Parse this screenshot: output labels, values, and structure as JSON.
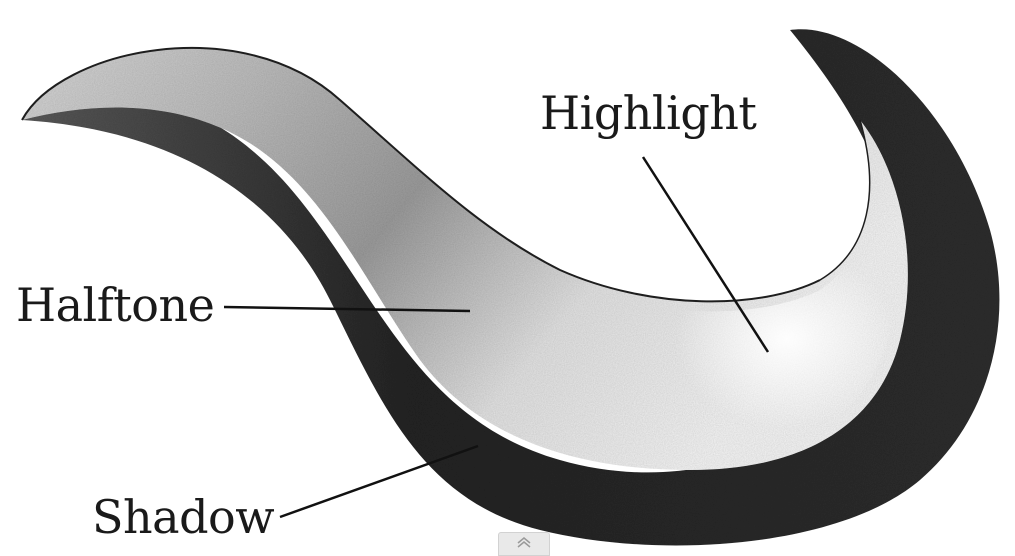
{
  "labels": {
    "highlight": "Highlight",
    "halftone": "Halftone",
    "shadow": "Shadow"
  },
  "colors": {
    "background": "#ffffff",
    "outline": "#1e1e1e",
    "highlight": "#f2f2f2",
    "halftone": "#a8a8a8",
    "shadow": "#2b2b2b",
    "leader_line": "#111111"
  },
  "icons": {
    "scroll_up": "chevron-up-icon"
  }
}
